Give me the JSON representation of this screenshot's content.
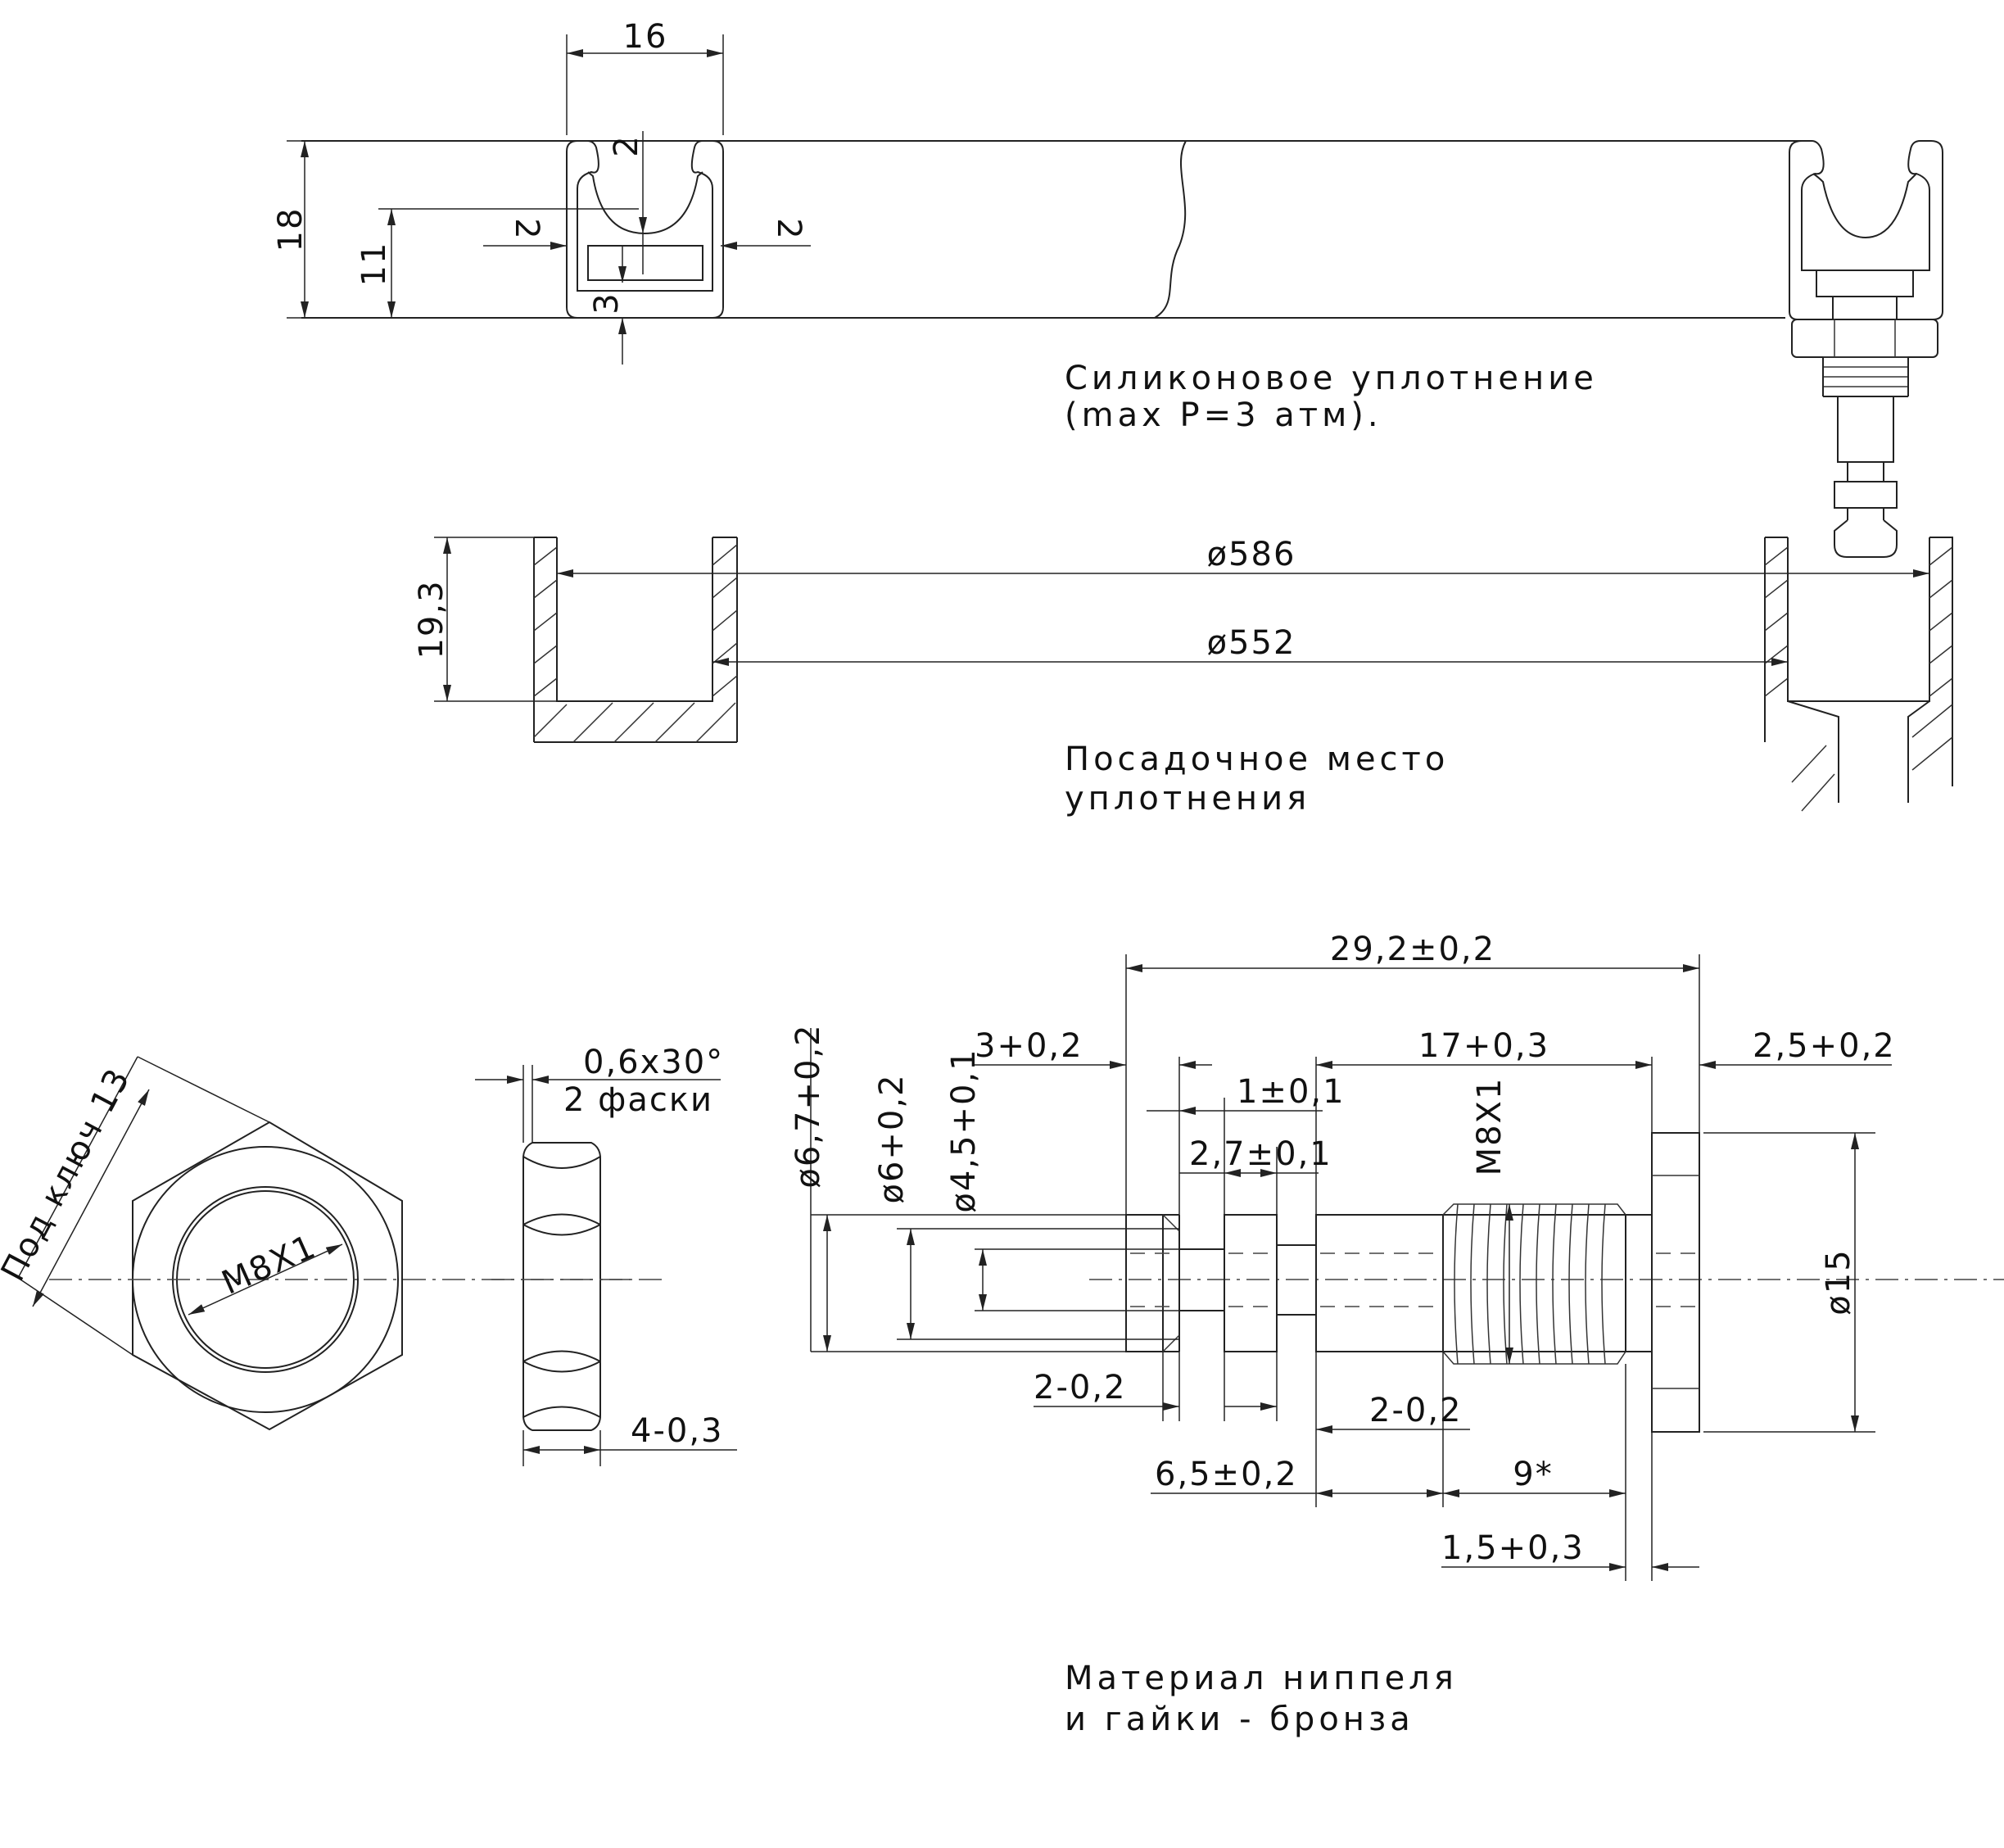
{
  "notes": {
    "seal_line1": "Силиконовое уплотнение",
    "seal_line2": "(max P=3 атм).",
    "seat_line1": "Посадочное место",
    "seat_line2": "уплотнения",
    "material_line1": "Материал ниппеля",
    "material_line2": "и гайки - бронза"
  },
  "dims": {
    "seal": {
      "width": "16",
      "height": "18",
      "inner": "11",
      "wall_left": "2",
      "wall_right": "2",
      "top_radius": "2",
      "bottom": "3"
    },
    "seat": {
      "depth": "19,3",
      "outer_diameter": "ø586",
      "inner_diameter": "ø552"
    },
    "nut": {
      "wrench": "Под ключ 13",
      "thread": "M8X1",
      "chamfer": "0,6x30°",
      "chamfer_count": "2 фаски",
      "thickness": "4-0,3"
    },
    "nipple": {
      "total_length": "29,2±0,2",
      "tip_length": "3+0,2",
      "groove1": "1±0,1",
      "groove2": "2,7±0,1",
      "body_length": "17+0,3",
      "flange": "2,5+0,2",
      "d1": "ø6,7+0,2",
      "d2": "ø6+0,2",
      "d3": "ø4,5+0,1",
      "thread": "M8X1",
      "flange_diameter": "ø15",
      "tip_step": "2-0,2",
      "shank_step": "2-0,2",
      "shank_length": "6,5±0,2",
      "thread_length": "9*",
      "undercut": "1,5+0,3"
    }
  }
}
